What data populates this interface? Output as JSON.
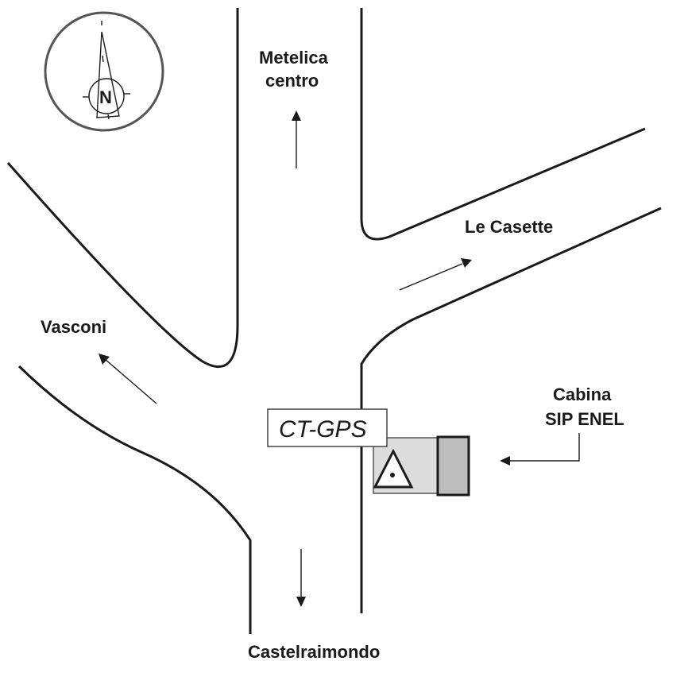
{
  "map": {
    "title": "CT-GPS site location sketch",
    "compass": {
      "label": "N",
      "icon": "north-arrow-icon"
    },
    "destinations": {
      "north": {
        "line1": "Metelica",
        "line2": "centro"
      },
      "northeast": {
        "label": "Le Casette"
      },
      "west": {
        "label": "Vasconi"
      },
      "south": {
        "label": "Castelraimondo"
      }
    },
    "station": {
      "label": "CT-GPS",
      "icon": "gps-benchmark-triangle-icon"
    },
    "building": {
      "line1": "Cabina",
      "line2": "SIP ENEL"
    },
    "colors": {
      "road": "#1a1a1a",
      "station_area": "#dcdcdc",
      "cabin": "#bdbdbd",
      "compass_ring": "#555555",
      "background": "#ffffff"
    }
  }
}
